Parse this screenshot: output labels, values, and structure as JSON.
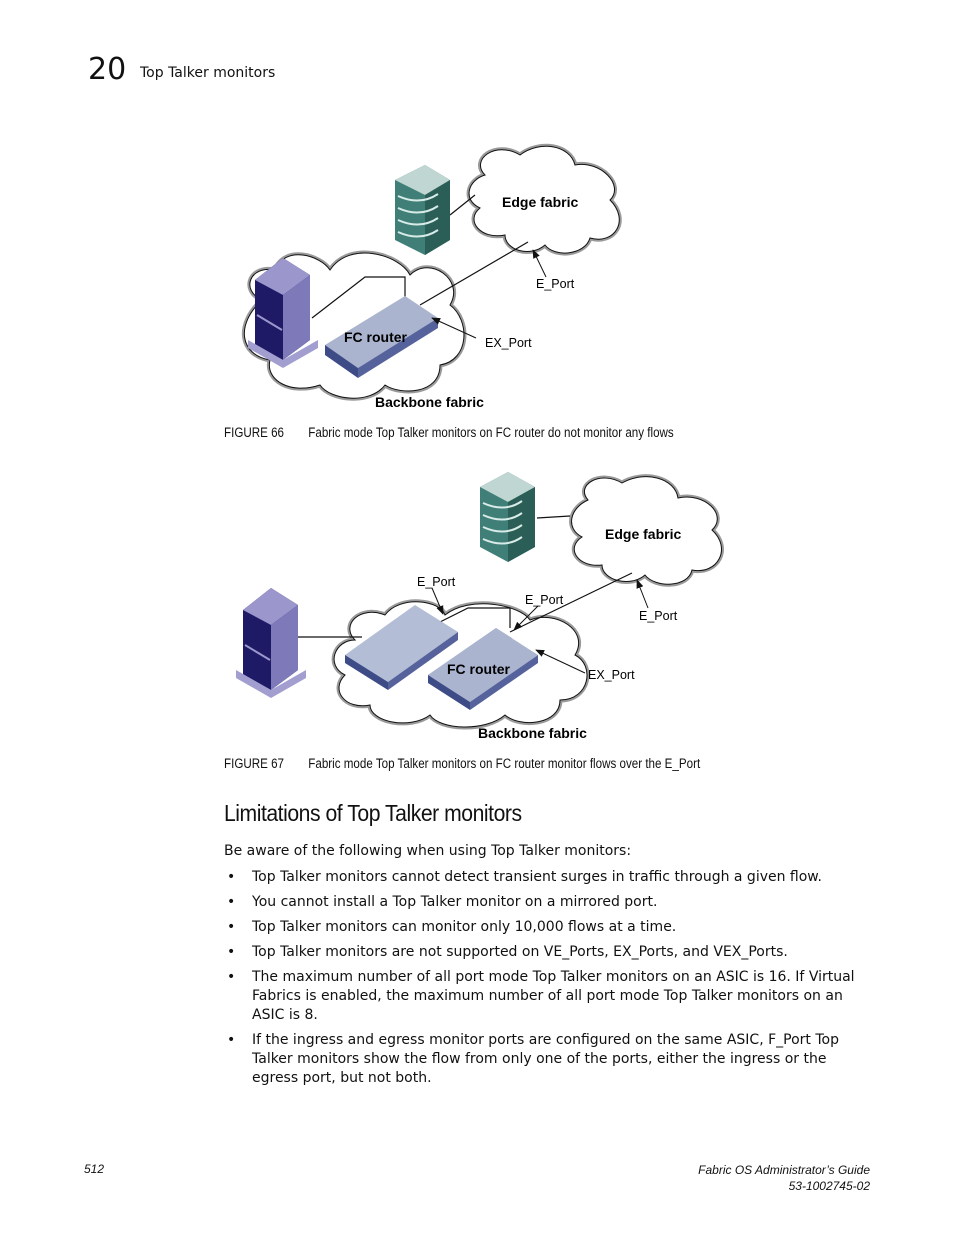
{
  "header": {
    "chapter_number": "20",
    "chapter_title": "Top Talker monitors"
  },
  "figure66": {
    "edge_label": "Edge fabric",
    "backbone_label": "Backbone fabric",
    "router_label": "FC router",
    "e_port": "E_Port",
    "ex_port": "EX_Port",
    "caption_label": "FIGURE 66",
    "caption_text": "Fabric mode Top Talker monitors on FC router do not monitor any flows"
  },
  "figure67": {
    "edge_label": "Edge fabric",
    "backbone_label": "Backbone fabric",
    "router_label": "FC router",
    "e_port_left": "E_Port",
    "e_port_mid": "E_Port",
    "e_port_right": "E_Port",
    "ex_port": "EX_Port",
    "caption_label": "FIGURE 67",
    "caption_text": "Fabric mode Top Talker monitors on FC router monitor flows over the E_Port"
  },
  "section": {
    "heading": "Limitations of Top Talker monitors",
    "intro": "Be aware of the following when using Top Talker monitors:",
    "bullet_char": "•",
    "bullets": [
      "Top Talker monitors cannot detect transient surges in traffic through a given flow.",
      "You cannot install a Top Talker monitor on a mirrored port.",
      "Top Talker monitors can monitor only 10,000 flows at a time.",
      "Top Talker monitors are not supported on VE_Ports, EX_Ports, and VEX_Ports.",
      "The maximum number of all port mode Top Talker monitors on an ASIC is 16. If Virtual Fabrics is enabled, the maximum number of all port mode Top Talker monitors on an ASIC is 8.",
      "If the ingress and egress monitor ports are configured on the same ASIC, F_Port Top Talker monitors show the flow from only one of the ports, either the ingress or the egress port, but not both."
    ]
  },
  "footer": {
    "page_number": "512",
    "guide_title": "Fabric OS Administrator’s Guide",
    "doc_number": "53-1002745-02"
  }
}
